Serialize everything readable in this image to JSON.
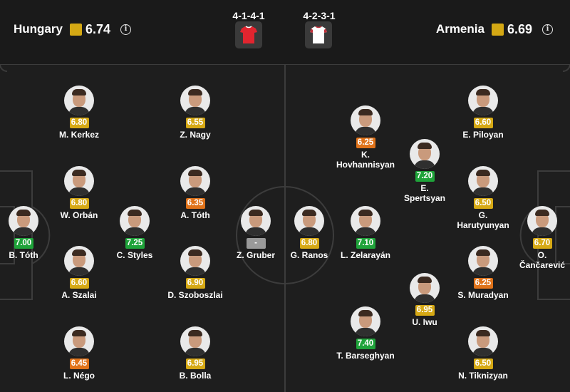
{
  "home": {
    "name": "Hungary",
    "rating": "6.74",
    "formation": "4-1-4-1",
    "info_icon": "info-icon",
    "kit_color": "#e2252f"
  },
  "away": {
    "name": "Armenia",
    "rating": "6.69",
    "formation": "4-2-3-1",
    "info_icon": "info-icon",
    "kit_color": "#ffffff"
  },
  "colors": {
    "good": "#1fa33a",
    "average": "#d6a915",
    "below": "#e0731a",
    "team_rating": "#d4a814"
  },
  "players": {
    "kerkez": {
      "name": "M. Kerkez",
      "rating": "6.80"
    },
    "nagy": {
      "name": "Z. Nagy",
      "rating": "6.55"
    },
    "orban": {
      "name": "W. Orbán",
      "rating": "6.80"
    },
    "toth_a": {
      "name": "A. Tóth",
      "rating": "6.35"
    },
    "toth_b": {
      "name": "B. Tóth",
      "rating": "7.00"
    },
    "styles": {
      "name": "C. Styles",
      "rating": "7.25"
    },
    "gruber": {
      "name": "Z. Gruber",
      "rating": "-"
    },
    "szalai": {
      "name": "A. Szalai",
      "rating": "6.60"
    },
    "szoboszlai": {
      "name": "D. Szoboszlai",
      "rating": "6.90"
    },
    "nego": {
      "name": "L. Négo",
      "rating": "6.45"
    },
    "bolla": {
      "name": "B. Bolla",
      "rating": "6.95"
    },
    "ranos": {
      "name": "G. Ranos",
      "rating": "6.80"
    },
    "zelarayan": {
      "name": "L. Zelarayán",
      "rating": "7.10"
    },
    "hovhannisyan": {
      "name": "K.\nHovhannisyan",
      "rating": "6.25"
    },
    "spertsyan": {
      "name": "E.\nSpertsyan",
      "rating": "7.20"
    },
    "iwu": {
      "name": "U. Iwu",
      "rating": "6.95"
    },
    "barseghyan": {
      "name": "T. Barseghyan",
      "rating": "7.40"
    },
    "piloyan": {
      "name": "E. Piloyan",
      "rating": "6.60"
    },
    "harutyunyan": {
      "name": "G.\nHarutyunyan",
      "rating": "6.50"
    },
    "muradyan": {
      "name": "S. Muradyan",
      "rating": "6.25"
    },
    "tiknizyan": {
      "name": "N. Tiknizyan",
      "rating": "6.50"
    },
    "cancarevic": {
      "name": "O.\nČančarević",
      "rating": "6.70"
    }
  }
}
